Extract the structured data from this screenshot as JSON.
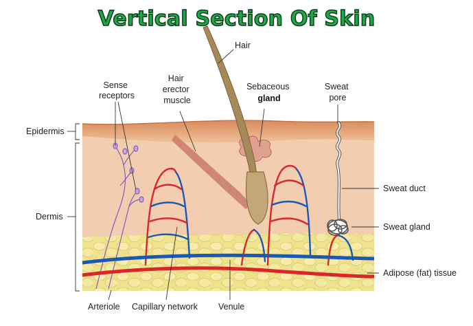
{
  "title": "Vertical Section Of Skin",
  "labels": {
    "hair": "Hair",
    "sense_receptors": [
      "Sense",
      "receptors"
    ],
    "hair_erector_muscle": [
      "Hair",
      "erector",
      "muscle"
    ],
    "sebaceous_gland": [
      "Sebaceous",
      "gland"
    ],
    "sweat_pore": [
      "Sweat",
      "pore"
    ],
    "epidermis": "Epidermis",
    "dermis": "Dermis",
    "sweat_duct": "Sweat duct",
    "sweat_gland": "Sweat gland",
    "adipose_tissue": "Adipose (fat) tissue",
    "arteriole": "Arteriole",
    "capillary_network": "Capillary network",
    "venule": "Venule"
  },
  "colors": {
    "title_fill": "#1fa84a",
    "title_outline": "#0d3d18",
    "epidermis": "#e8a87a",
    "dermis": "#f2cdb0",
    "adipose": "#eee28e",
    "artery": "#d9262b",
    "vein": "#1b57b4",
    "hair": "#a88a5a",
    "nerve": "#8a5ab8"
  }
}
